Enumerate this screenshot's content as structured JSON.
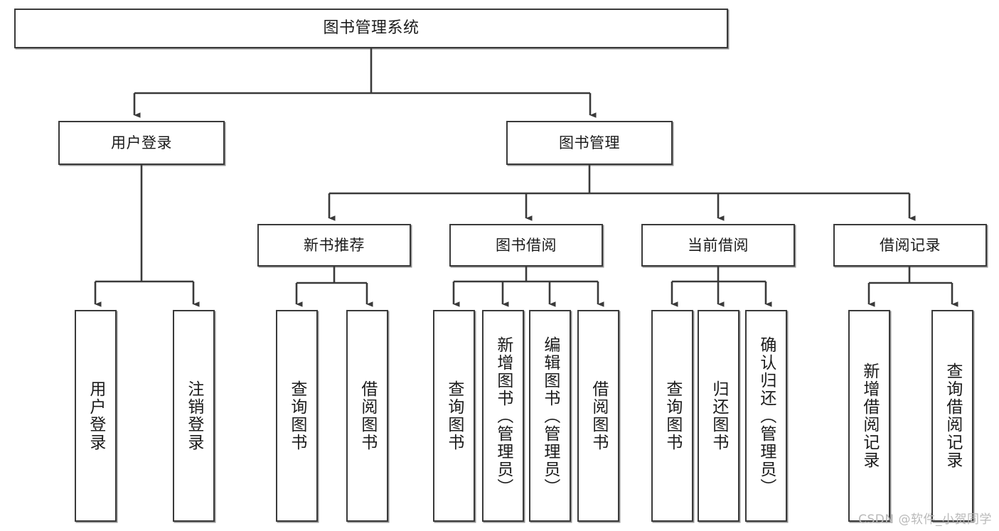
{
  "diagram": {
    "title": "图书管理系统",
    "type": "tree-hierarchy",
    "watermark": "CSDN @软件_小贺同学",
    "style": {
      "box_fill": "#ffffff",
      "box_stroke": "#3a3a3a",
      "text_color": "#1b1b1b",
      "background": "#ffffff",
      "watermark_color": "#b9b9b9"
    },
    "nodes": {
      "root": {
        "label": "图书管理系统"
      },
      "level2": [
        {
          "label": "用户登录"
        },
        {
          "label": "图书管理"
        }
      ],
      "level3": [
        {
          "label": "新书推荐"
        },
        {
          "label": "图书借阅"
        },
        {
          "label": "当前借阅"
        },
        {
          "label": "借阅记录"
        }
      ],
      "leaves": {
        "user_login": [
          {
            "label": "用户登录"
          },
          {
            "label": "注销登录"
          }
        ],
        "new_book_recommend": [
          {
            "label": "查询图书"
          },
          {
            "label": "借阅图书"
          }
        ],
        "book_borrow": [
          {
            "label": "查询图书"
          },
          {
            "label": "新增图书（管理员）"
          },
          {
            "label": "编辑图书（管理员）"
          },
          {
            "label": "借阅图书"
          }
        ],
        "current_borrow": [
          {
            "label": "查询图书"
          },
          {
            "label": "归还图书"
          },
          {
            "label": "确认归还（管理员）"
          }
        ],
        "borrow_record": [
          {
            "label": "新增借阅记录"
          },
          {
            "label": "查询借阅记录"
          }
        ]
      }
    }
  }
}
